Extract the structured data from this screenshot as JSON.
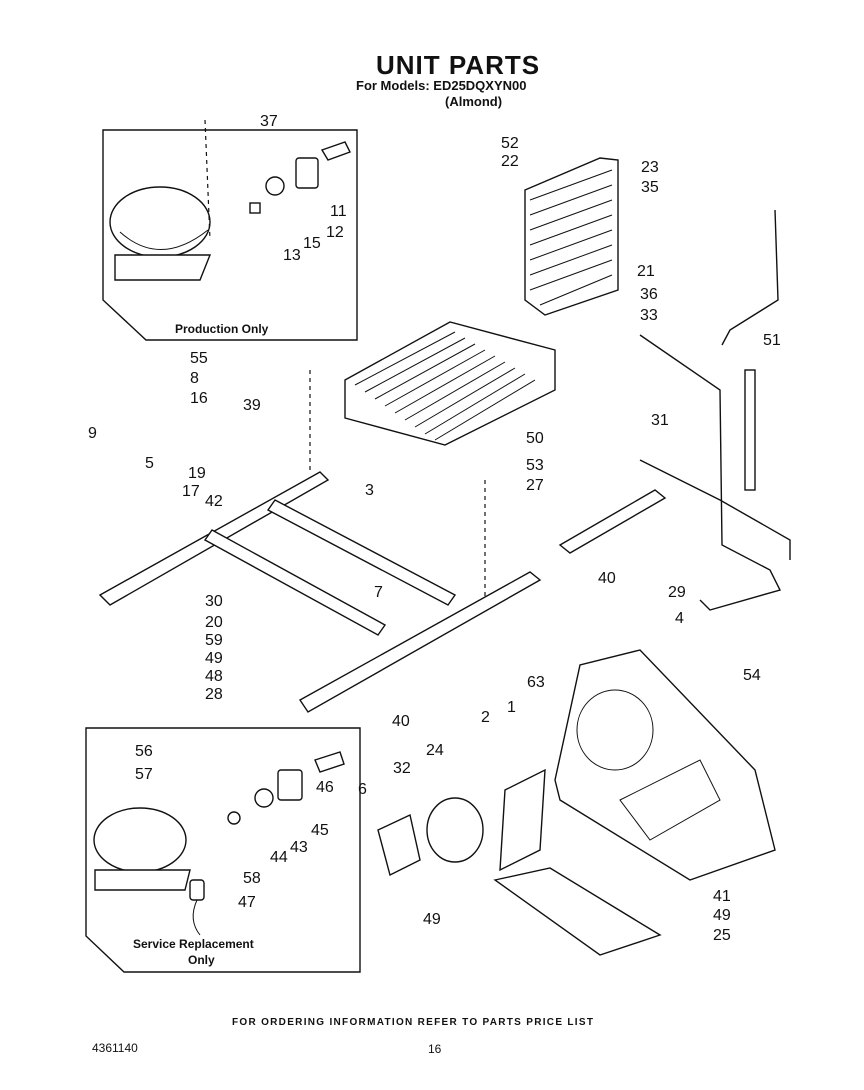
{
  "header": {
    "title": "UNIT PARTS",
    "models_line": "For Models: ED25DQXYN00",
    "color_line": "(Almond)"
  },
  "boxes": {
    "production_label": "Production Only",
    "service_label_line1": "Service Replacement",
    "service_label_line2": "Only"
  },
  "callouts": [
    "37",
    "52",
    "22",
    "23",
    "35",
    "11",
    "15",
    "12",
    "13",
    "21",
    "36",
    "33",
    "51",
    "55",
    "8",
    "39",
    "9",
    "16",
    "19",
    "17",
    "42",
    "5",
    "3",
    "50",
    "31",
    "53",
    "27",
    "40",
    "29",
    "7",
    "30",
    "20",
    "59",
    "49",
    "4",
    "54",
    "48",
    "63",
    "28",
    "40",
    "56",
    "57",
    "6",
    "32",
    "24",
    "2",
    "1",
    "46",
    "45",
    "44",
    "43",
    "58",
    "47",
    "49",
    "41",
    "49",
    "25"
  ],
  "footer": {
    "ordering_note": "FOR ORDERING INFORMATION REFER TO PARTS PRICE LIST",
    "doc_number": "4361140",
    "page_number": "16"
  }
}
